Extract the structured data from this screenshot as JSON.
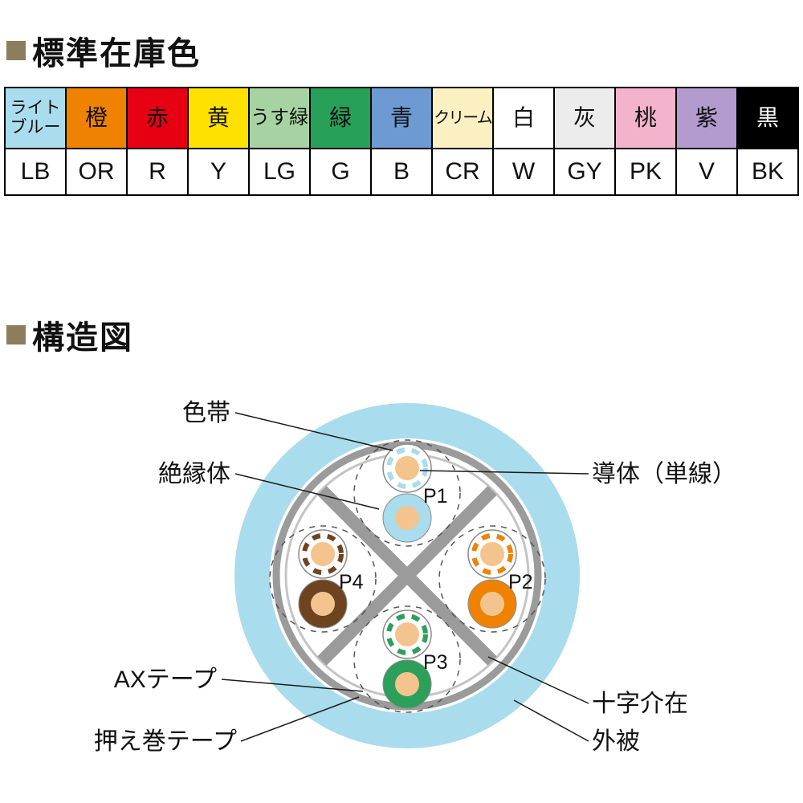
{
  "sections": {
    "stock_colors": "標準在庫色",
    "structure": "構造図"
  },
  "color_table": {
    "columns": [
      {
        "name": "ライトブルー",
        "code": "LB",
        "bg": "#a9dcec",
        "fg": "#111111"
      },
      {
        "name": "橙",
        "code": "OR",
        "bg": "#ef8200",
        "fg": "#111111"
      },
      {
        "name": "赤",
        "code": "R",
        "bg": "#e60012",
        "fg": "#111111"
      },
      {
        "name": "黄",
        "code": "Y",
        "bg": "#ffe100",
        "fg": "#111111"
      },
      {
        "name": "うす緑",
        "code": "LG",
        "bg": "#a7d3a2",
        "fg": "#111111"
      },
      {
        "name": "緑",
        "code": "G",
        "bg": "#27a159",
        "fg": "#111111"
      },
      {
        "name": "青",
        "code": "B",
        "bg": "#6d9ad2",
        "fg": "#111111"
      },
      {
        "name": "クリーム",
        "code": "CR",
        "bg": "#fbf0c2",
        "fg": "#111111"
      },
      {
        "name": "白",
        "code": "W",
        "bg": "#ffffff",
        "fg": "#111111"
      },
      {
        "name": "灰",
        "code": "GY",
        "bg": "#ececec",
        "fg": "#111111"
      },
      {
        "name": "桃",
        "code": "PK",
        "bg": "#f3b3cd",
        "fg": "#111111"
      },
      {
        "name": "紫",
        "code": "V",
        "bg": "#b49bcf",
        "fg": "#111111"
      },
      {
        "name": "黒",
        "code": "BK",
        "bg": "#000000",
        "fg": "#ffffff"
      }
    ]
  },
  "diagram": {
    "labels": {
      "color_band": "色帯",
      "insulator": "絶縁体",
      "conductor": "導体（単線）",
      "ax_tape": "AXテープ",
      "wrap_tape": "押え巻テープ",
      "cross_spacer": "十字介在",
      "sheath": "外被"
    },
    "pairs": [
      {
        "id": "P1",
        "color": "#a9dcec"
      },
      {
        "id": "P2",
        "color": "#ef8200"
      },
      {
        "id": "P3",
        "color": "#2ca05a"
      },
      {
        "id": "P4",
        "color": "#6e4420"
      }
    ],
    "colors": {
      "sheath": "#a9dcec",
      "wrap_tape": "#9b9b9b",
      "ax_tape": "#c4c4c4",
      "cross": "#9b9b9b",
      "conductor": "#f4c48e"
    }
  }
}
